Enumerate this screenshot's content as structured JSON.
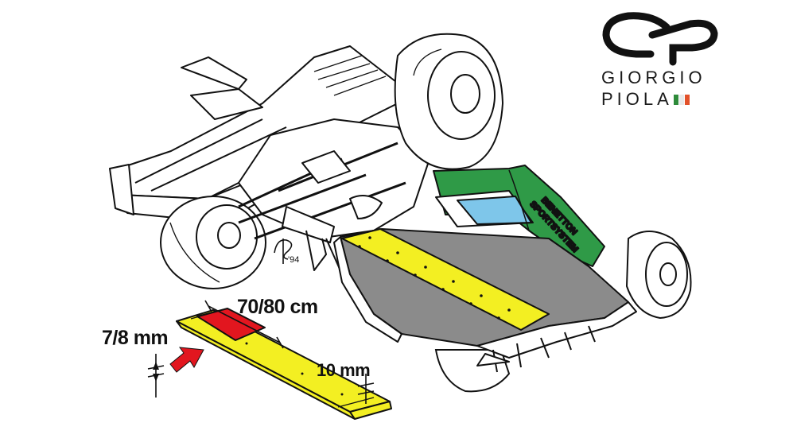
{
  "labels": {
    "plank_length": "70/80 cm",
    "thickness_front": "7/8 mm",
    "thickness_rear": "10 mm"
  },
  "brand": {
    "line1": "GIORGIO",
    "line2": "PIOLA",
    "flag_colors": [
      "#2e8b3a",
      "#e9e9e9",
      "#e2512a"
    ]
  },
  "car": {
    "sponsor_line1": "BENETTON",
    "sponsor_line2": "SPORTSYSTEM",
    "signature": "'94"
  },
  "colors": {
    "plank_yellow": "#f3ef22",
    "worn_red": "#e2161f",
    "arrow_red": "#e2161f",
    "floor_grey": "#8b8b8b",
    "bodywork_green": "#2f9a47",
    "screen_blue": "#7ec6ea"
  }
}
